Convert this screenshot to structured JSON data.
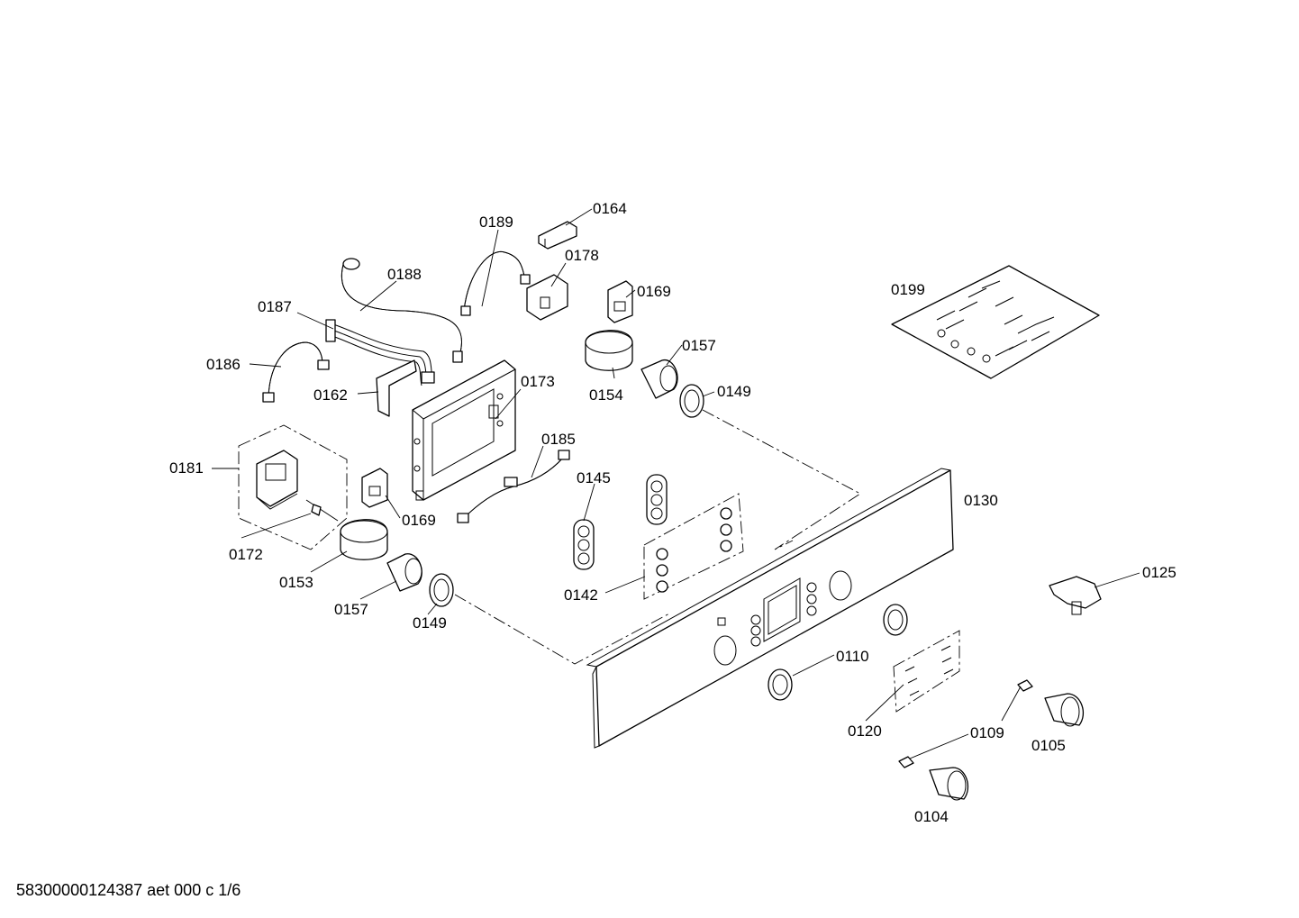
{
  "footer_text": "58300000124387 aet 000 c 1/6",
  "parts": [
    {
      "id": "p0104",
      "number": "0104"
    },
    {
      "id": "p0105",
      "number": "0105"
    },
    {
      "id": "p0109",
      "number": "0109"
    },
    {
      "id": "p0110",
      "number": "0110"
    },
    {
      "id": "p0120",
      "number": "0120"
    },
    {
      "id": "p0125",
      "number": "0125"
    },
    {
      "id": "p0130",
      "number": "0130"
    },
    {
      "id": "p0142",
      "number": "0142"
    },
    {
      "id": "p0145",
      "number": "0145"
    },
    {
      "id": "p0149a",
      "number": "0149"
    },
    {
      "id": "p0149b",
      "number": "0149"
    },
    {
      "id": "p0153",
      "number": "0153"
    },
    {
      "id": "p0154",
      "number": "0154"
    },
    {
      "id": "p0157a",
      "number": "0157"
    },
    {
      "id": "p0157b",
      "number": "0157"
    },
    {
      "id": "p0162",
      "number": "0162"
    },
    {
      "id": "p0164",
      "number": "0164"
    },
    {
      "id": "p0169a",
      "number": "0169"
    },
    {
      "id": "p0169b",
      "number": "0169"
    },
    {
      "id": "p0172",
      "number": "0172"
    },
    {
      "id": "p0173",
      "number": "0173"
    },
    {
      "id": "p0178",
      "number": "0178"
    },
    {
      "id": "p0181",
      "number": "0181"
    },
    {
      "id": "p0185",
      "number": "0185"
    },
    {
      "id": "p0186",
      "number": "0186"
    },
    {
      "id": "p0187",
      "number": "0187"
    },
    {
      "id": "p0188",
      "number": "0188"
    },
    {
      "id": "p0189",
      "number": "0189"
    },
    {
      "id": "p0199",
      "number": "0199"
    }
  ]
}
